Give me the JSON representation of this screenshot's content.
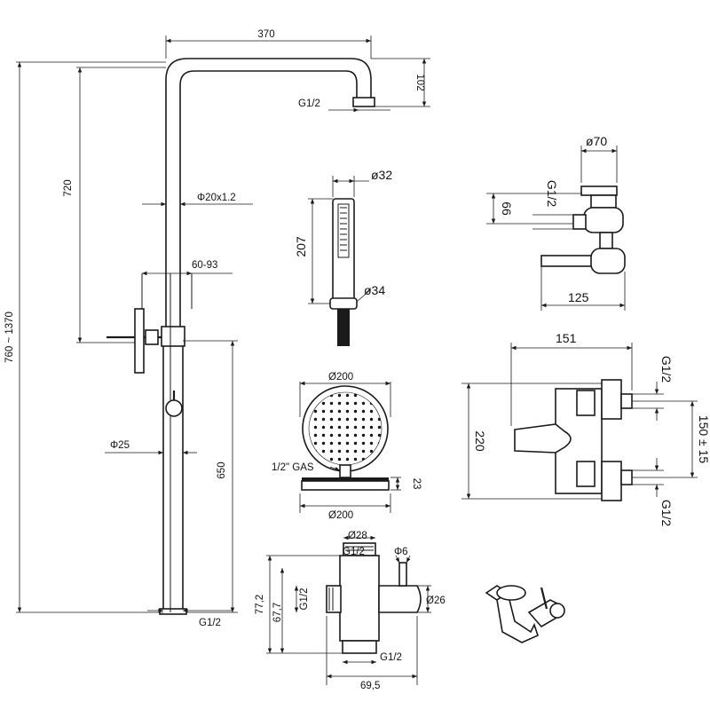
{
  "labels": {
    "pipe_width": "370",
    "arm_drop": "102",
    "arm_thread": "G1/2",
    "total_height": "760 ~ 1370",
    "upper_height": "720",
    "pipe_dia": "Φ20x1.2",
    "slide_range": "60-93",
    "lower_pipe_dia": "Φ25",
    "lower_height": "650",
    "bottom_thread": "G1/2",
    "hand_dia_top": "ø32",
    "hand_length": "207",
    "hand_dia_base": "ø34",
    "head_dia_top": "Ø200",
    "head_gas": "1/2\" GAS",
    "head_thick": "23",
    "head_dia_bottom": "Ø200",
    "div_dia_top": "Ø28",
    "div_thread_top": "G1/2",
    "div_pin": "Φ6",
    "div_h1": "77,2",
    "div_h2": "67,7",
    "div_thread_side": "G1/2",
    "div_dia_side": "Ø26",
    "div_thread_bottom": "G1/2",
    "div_width": "69,5",
    "v_dia": "ø70",
    "v_thread": "G1/2",
    "v_height": "66",
    "v_width": "125",
    "m_width": "151",
    "m_thread_top": "G1/2",
    "m_height": "220",
    "m_centres": "150 ± 15",
    "m_thread_bottom": "G1/2"
  },
  "colors": {
    "line": "#1a1a1a",
    "background": "#ffffff"
  },
  "icons": {
    "shower_column": "shower-column-drawing",
    "hand_shower": "hand-shower-drawing",
    "shower_head": "shower-head-drawing",
    "diverter": "diverter-drawing",
    "diverter_3d": "diverter-3d-icon",
    "valve": "valve-drawing",
    "mixer": "wall-mixer-drawing"
  }
}
